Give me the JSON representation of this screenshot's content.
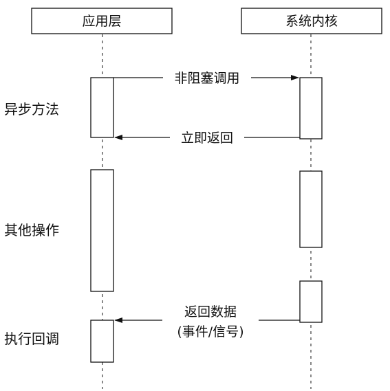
{
  "participants": {
    "app": "应用层",
    "kernel": "系统内核"
  },
  "phases": {
    "async": "异步方法",
    "other": "其他操作",
    "callback": "执行回调"
  },
  "messages": {
    "nonblocking_call": "非阻塞调用",
    "return_immediately": "立即返回",
    "return_data_line1": "返回数据",
    "return_data_line2": "(事件/信号)"
  }
}
